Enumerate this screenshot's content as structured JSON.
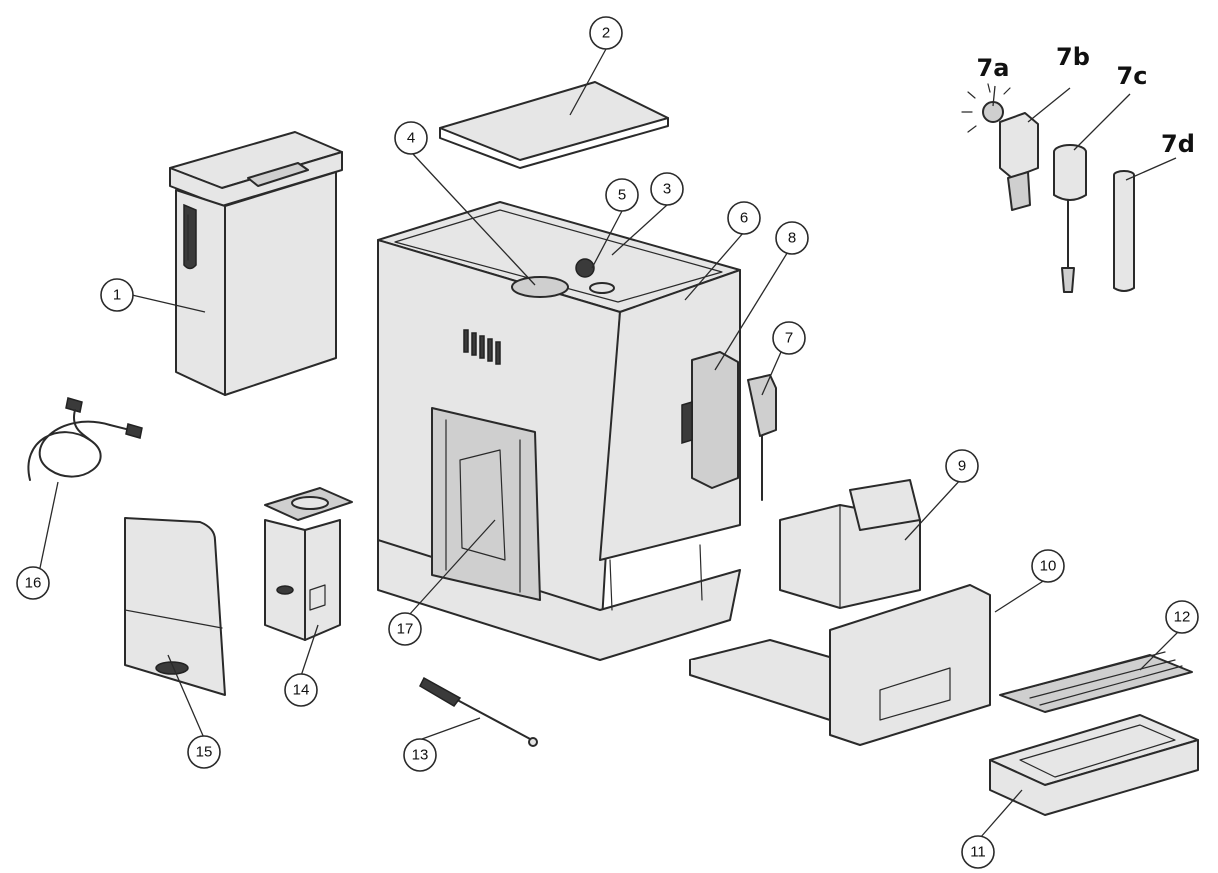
{
  "callouts": {
    "c1": "1",
    "c2": "2",
    "c3": "3",
    "c4": "4",
    "c5": "5",
    "c6": "6",
    "c7": "7",
    "c8": "8",
    "c9": "9",
    "c10": "10",
    "c11": "11",
    "c12": "12",
    "c13": "13",
    "c14": "14",
    "c15": "15",
    "c16": "16",
    "c17": "17"
  },
  "detail_labels": {
    "l7a": "7a",
    "l7b": "7b",
    "l7c": "7c",
    "l7d": "7d"
  }
}
